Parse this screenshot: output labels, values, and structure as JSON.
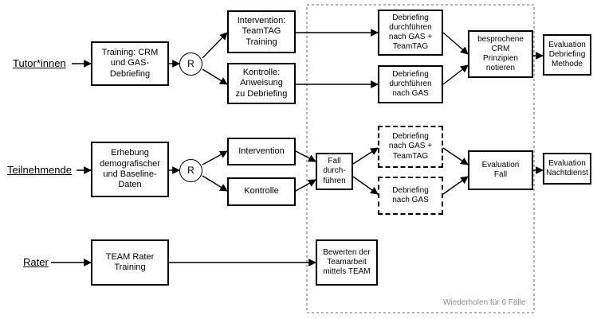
{
  "roles": {
    "tutor": "Tutor*innen",
    "participants": "Teilnehmende",
    "rater": "Rater"
  },
  "nodes": {
    "training_crm": "Training: CRM\nund GAS-\nDebriefing",
    "r_tutor": "R",
    "intervention_teamtag": "Intervention:\nTeamTAG\nTraining",
    "kontrolle_anweisung": "Kontrolle:\nAnweisung\nzu Debriefing",
    "debriefing_gas_teamtag_tutor": "Debriefing\ndurchführen\nnach GAS +\nTeamTAG",
    "debriefing_gas_tutor": "Debriefing\ndurchführen\nnach GAS",
    "crm_prinzipien": "besprochene\nCRM\nPrinzipien\nnotieren",
    "evaluation_debriefing": "Evaluation\nDebriefing\nMethode",
    "erhebung": "Erhebung\ndemografischer\nund Baseline-\nDaten",
    "r_participants": "R",
    "intervention": "Intervention",
    "kontrolle": "Kontrolle",
    "fall": "Fall\ndurch-\nführen",
    "debriefing_gas_teamtag": "Debriefing\nnach GAS +\nTeamTAG",
    "debriefing_gas": "Debriefing\nnach GAS",
    "evaluation_fall": "Evaluation\nFall",
    "evaluation_nachtdienst": "Evaluation\nNachtdienst",
    "team_rater": "TEAM Rater\nTraining",
    "bewerten": "Bewerten der\nTeamarbeit\nmittels TEAM"
  },
  "repeat_label": "Wiederholen für 6 Fälle"
}
